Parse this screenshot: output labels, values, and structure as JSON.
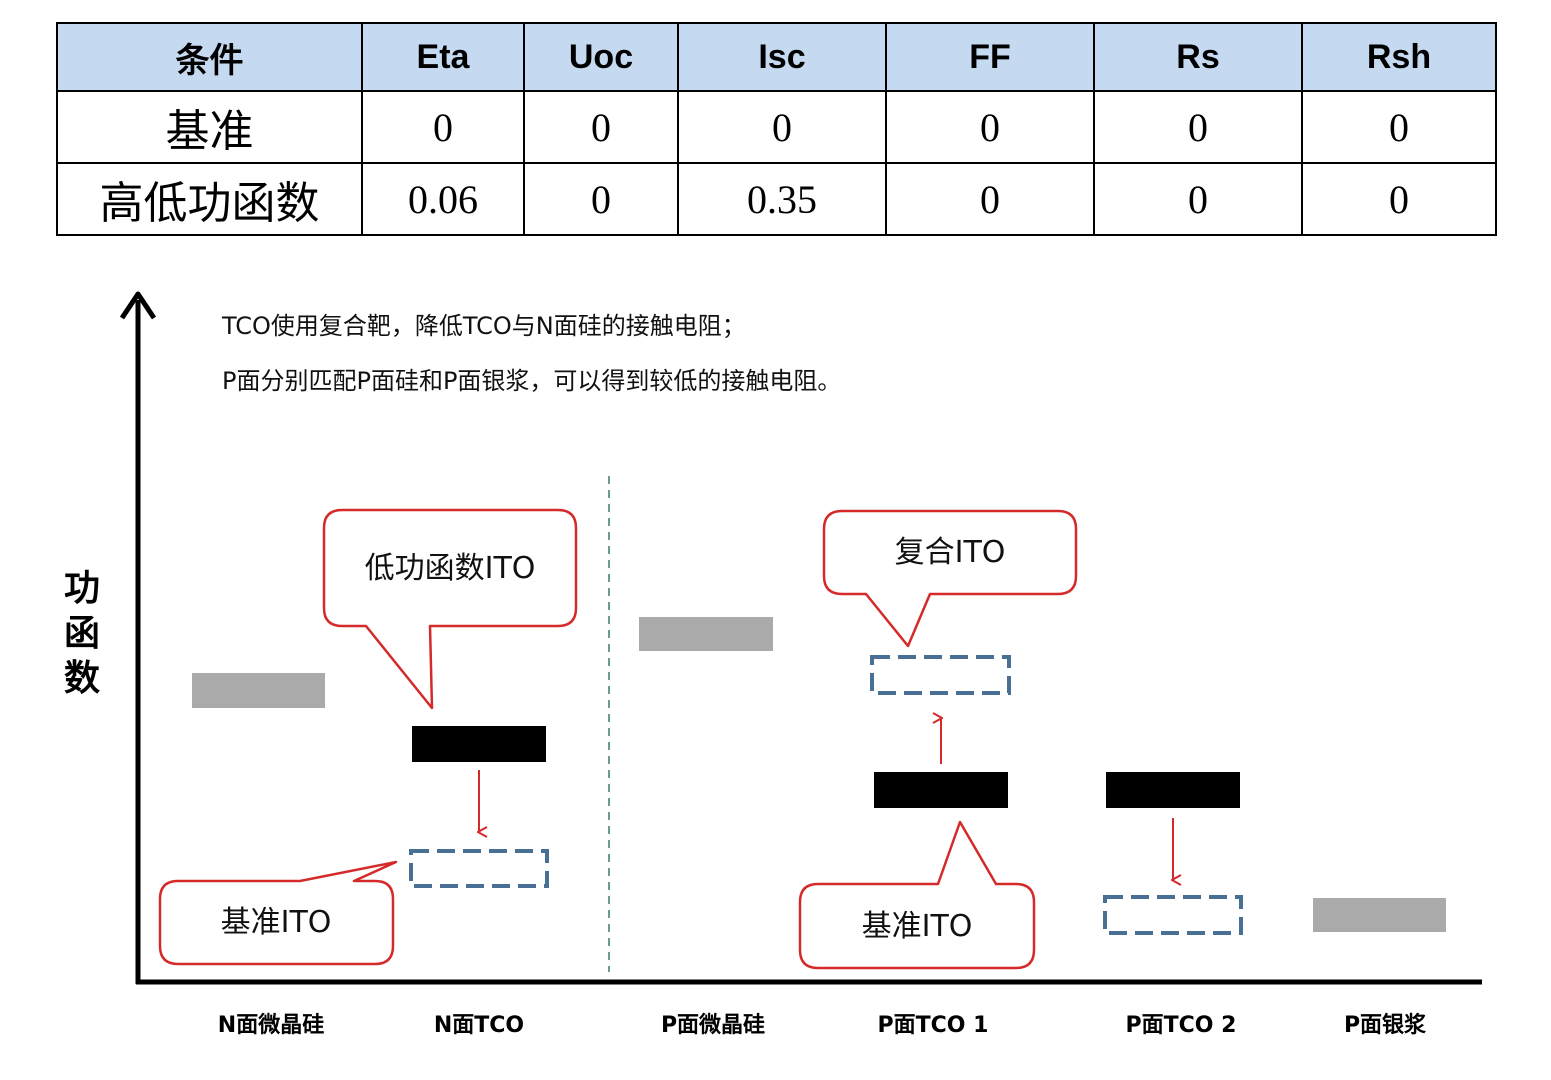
{
  "table": {
    "headers": [
      "条件",
      "Eta",
      "Uoc",
      "Isc",
      "FF",
      "Rs",
      "Rsh"
    ],
    "rows": [
      [
        "基准",
        "0",
        "0",
        "0",
        "0",
        "0",
        "0"
      ],
      [
        "高低功函数",
        "0.06",
        "0",
        "0.35",
        "0",
        "0",
        "0"
      ]
    ]
  },
  "diagram": {
    "y_axis_label": [
      "功",
      "函",
      "数"
    ],
    "notes": [
      "TCO使用复合靶，降低TCO与N面硅的接触电阻；",
      "P面分别匹配P面硅和P面银浆，可以得到较低的接触电阻。"
    ],
    "x_labels": [
      "N面微晶硅",
      "N面TCO",
      "P面微晶硅",
      "P面TCO 1",
      "P面TCO 2",
      "P面银浆"
    ],
    "callouts": {
      "low_wf_ito": "低功函数ITO",
      "baseline_ito_n": "基准ITO",
      "composite_ito": "复合ITO",
      "baseline_ito_p": "基准ITO"
    },
    "colors": {
      "callout_border": "#d42a2a",
      "arrow": "#d42a2a",
      "dashed_box": "#4a6f94",
      "gray_bar": "#aaaaaa",
      "black_bar": "#000000",
      "header_bg": "#c5d9f1"
    }
  }
}
